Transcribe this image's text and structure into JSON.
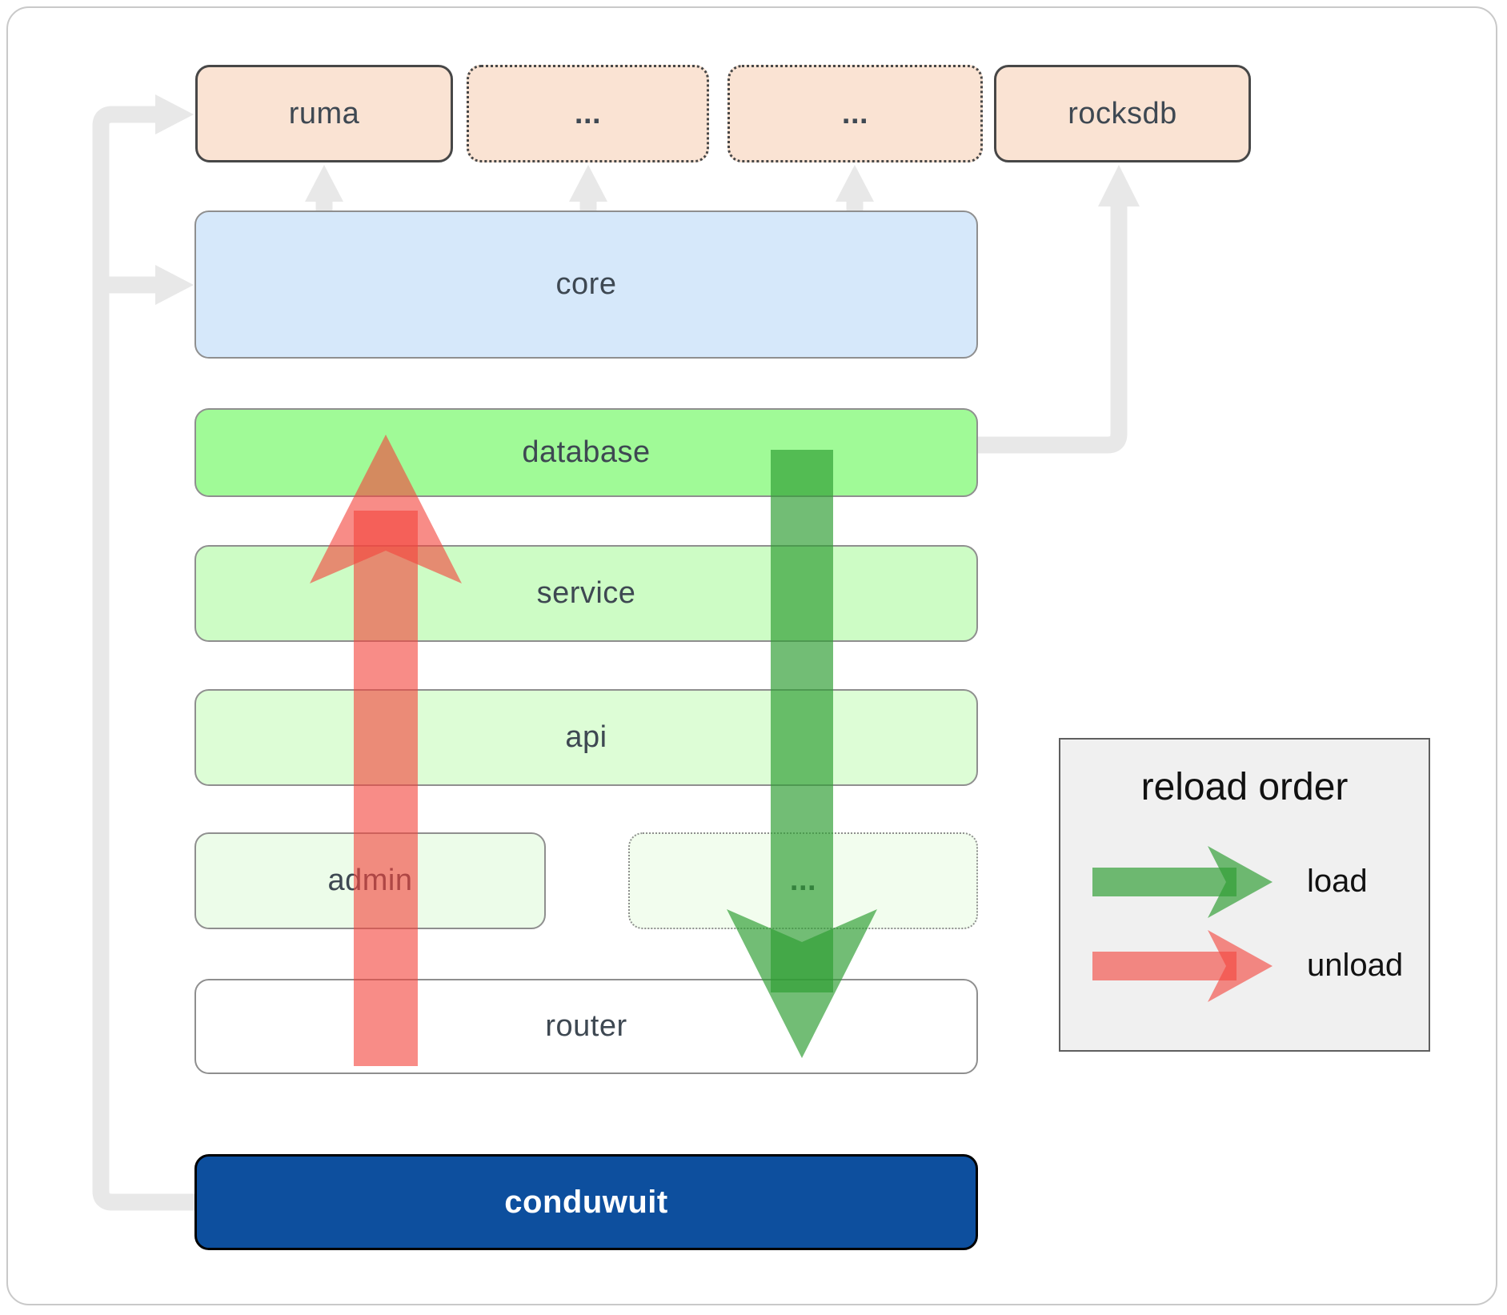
{
  "modules": {
    "ruma": {
      "label": "ruma"
    },
    "ellipsis_top1": {
      "label": "..."
    },
    "ellipsis_top2": {
      "label": "..."
    },
    "rocksdb": {
      "label": "rocksdb"
    },
    "core": {
      "label": "core"
    },
    "database": {
      "label": "database"
    },
    "service": {
      "label": "service"
    },
    "api": {
      "label": "api"
    },
    "admin": {
      "label": "admin"
    },
    "ellipsis_mid": {
      "label": "..."
    },
    "router": {
      "label": "router"
    },
    "conduwuit": {
      "label": "conduwuit"
    }
  },
  "legend": {
    "title": "reload order",
    "load_label": "load",
    "unload_label": "unload"
  },
  "colors": {
    "peach": "#fae3d3",
    "core_blue": "#d6e8fa",
    "database_green": "#a0fa97",
    "service_green": "#cdfcc5",
    "api_green": "#ddfdd6",
    "admin_green": "#ecfce9",
    "ellipsis_green": "#f2fdee",
    "router_white": "#ffffff",
    "conduwuit_blue": "#0d4f9e",
    "legend_bg": "#f0f0f0",
    "connector_gray": "#e8e8e8",
    "load_green": "#2f9e33",
    "unload_red": "#f4453e"
  }
}
